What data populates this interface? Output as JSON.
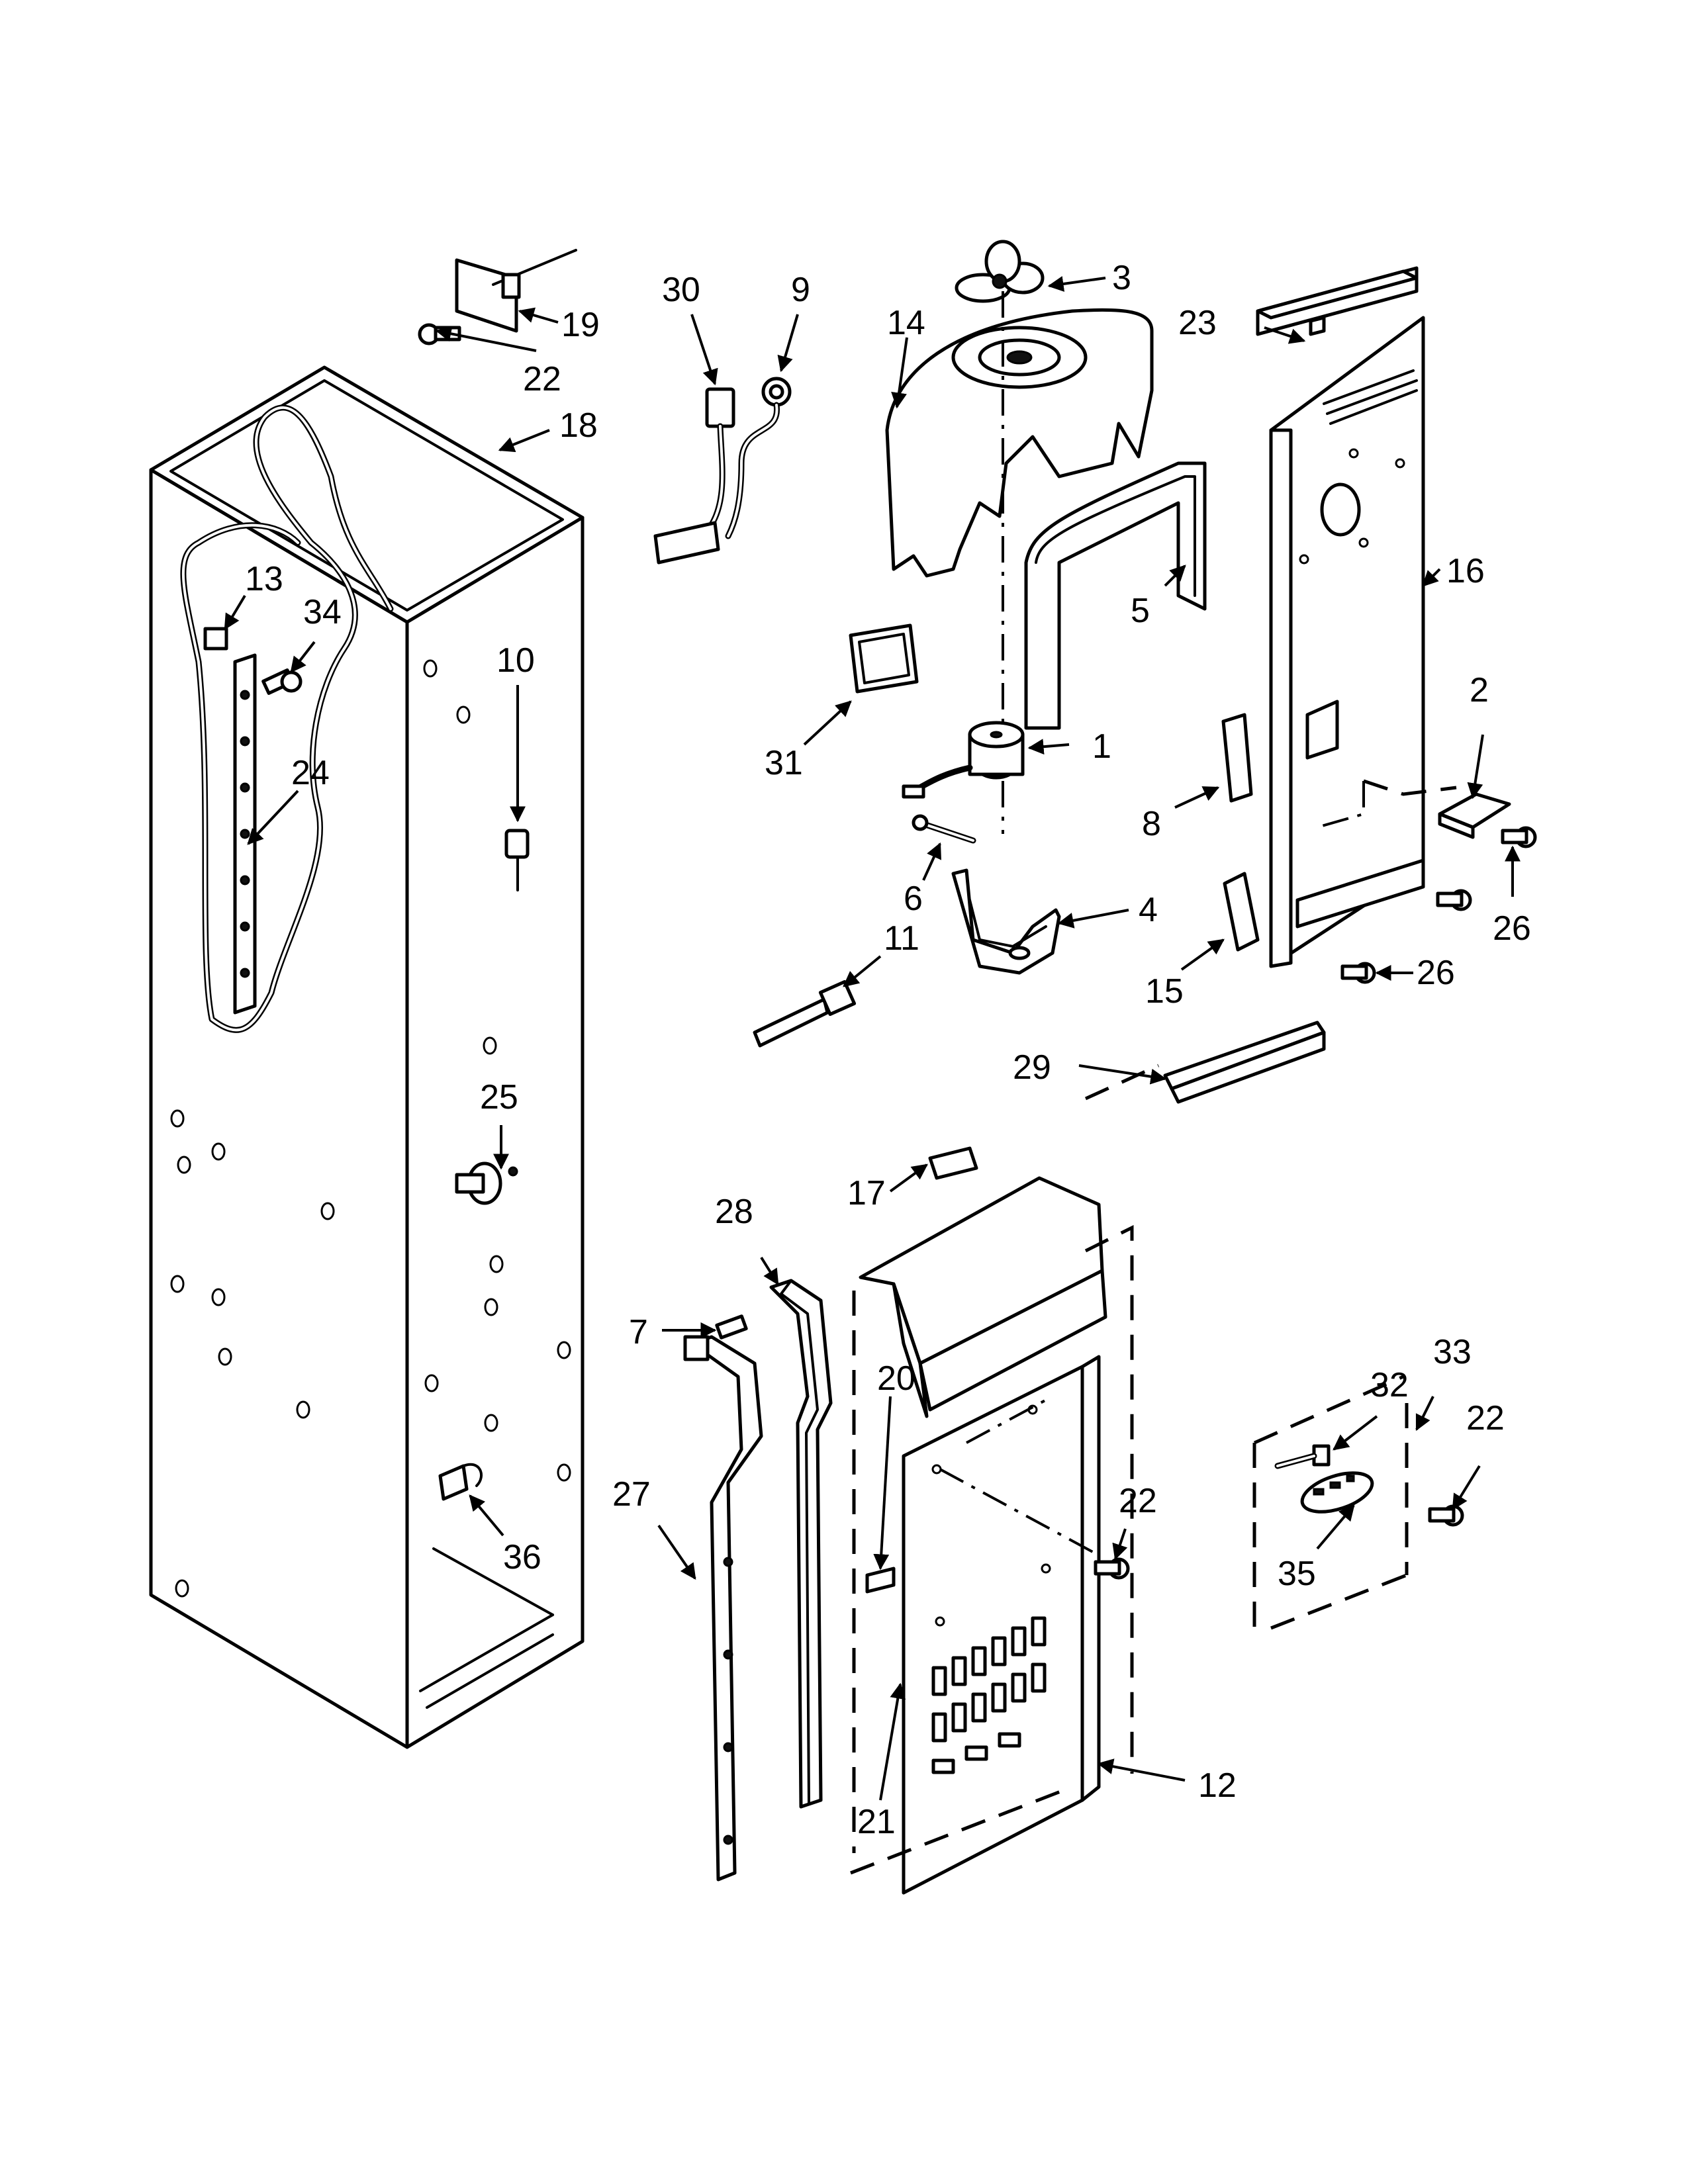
{
  "callouts": [
    "1",
    "2",
    "3",
    "4",
    "5",
    "6",
    "7",
    "8",
    "9",
    "10",
    "11",
    "12",
    "13",
    "14",
    "15",
    "16",
    "17",
    "19",
    "18",
    "20",
    "21",
    "22",
    "22",
    "22",
    "22",
    "23",
    "24",
    "25",
    "26",
    "26",
    "27",
    "28",
    "29",
    "30",
    "31",
    "32",
    "33",
    "34",
    "35",
    "36"
  ]
}
